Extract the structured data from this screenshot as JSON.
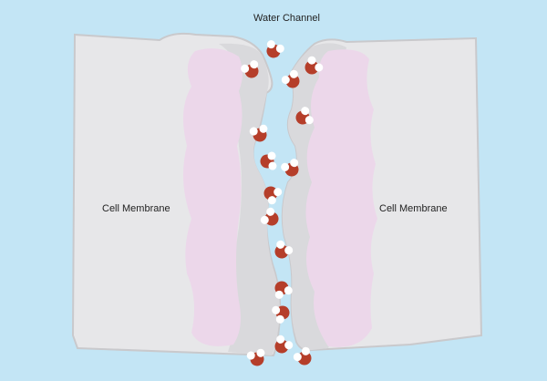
{
  "title": "Water Channel",
  "labels": {
    "left_membrane": "Cell Membrane",
    "right_membrane": "Cell Membrane"
  },
  "colors": {
    "background": "#c3e5f5",
    "membrane": "#e7e7e9",
    "membrane_edge": "#c9c9cc",
    "protein": "#d9d9dc",
    "protein_inner": "#ecd7ea",
    "oxygen": "#b53e2a",
    "hydrogen": "#ffffff"
  },
  "molecule_count": 16
}
